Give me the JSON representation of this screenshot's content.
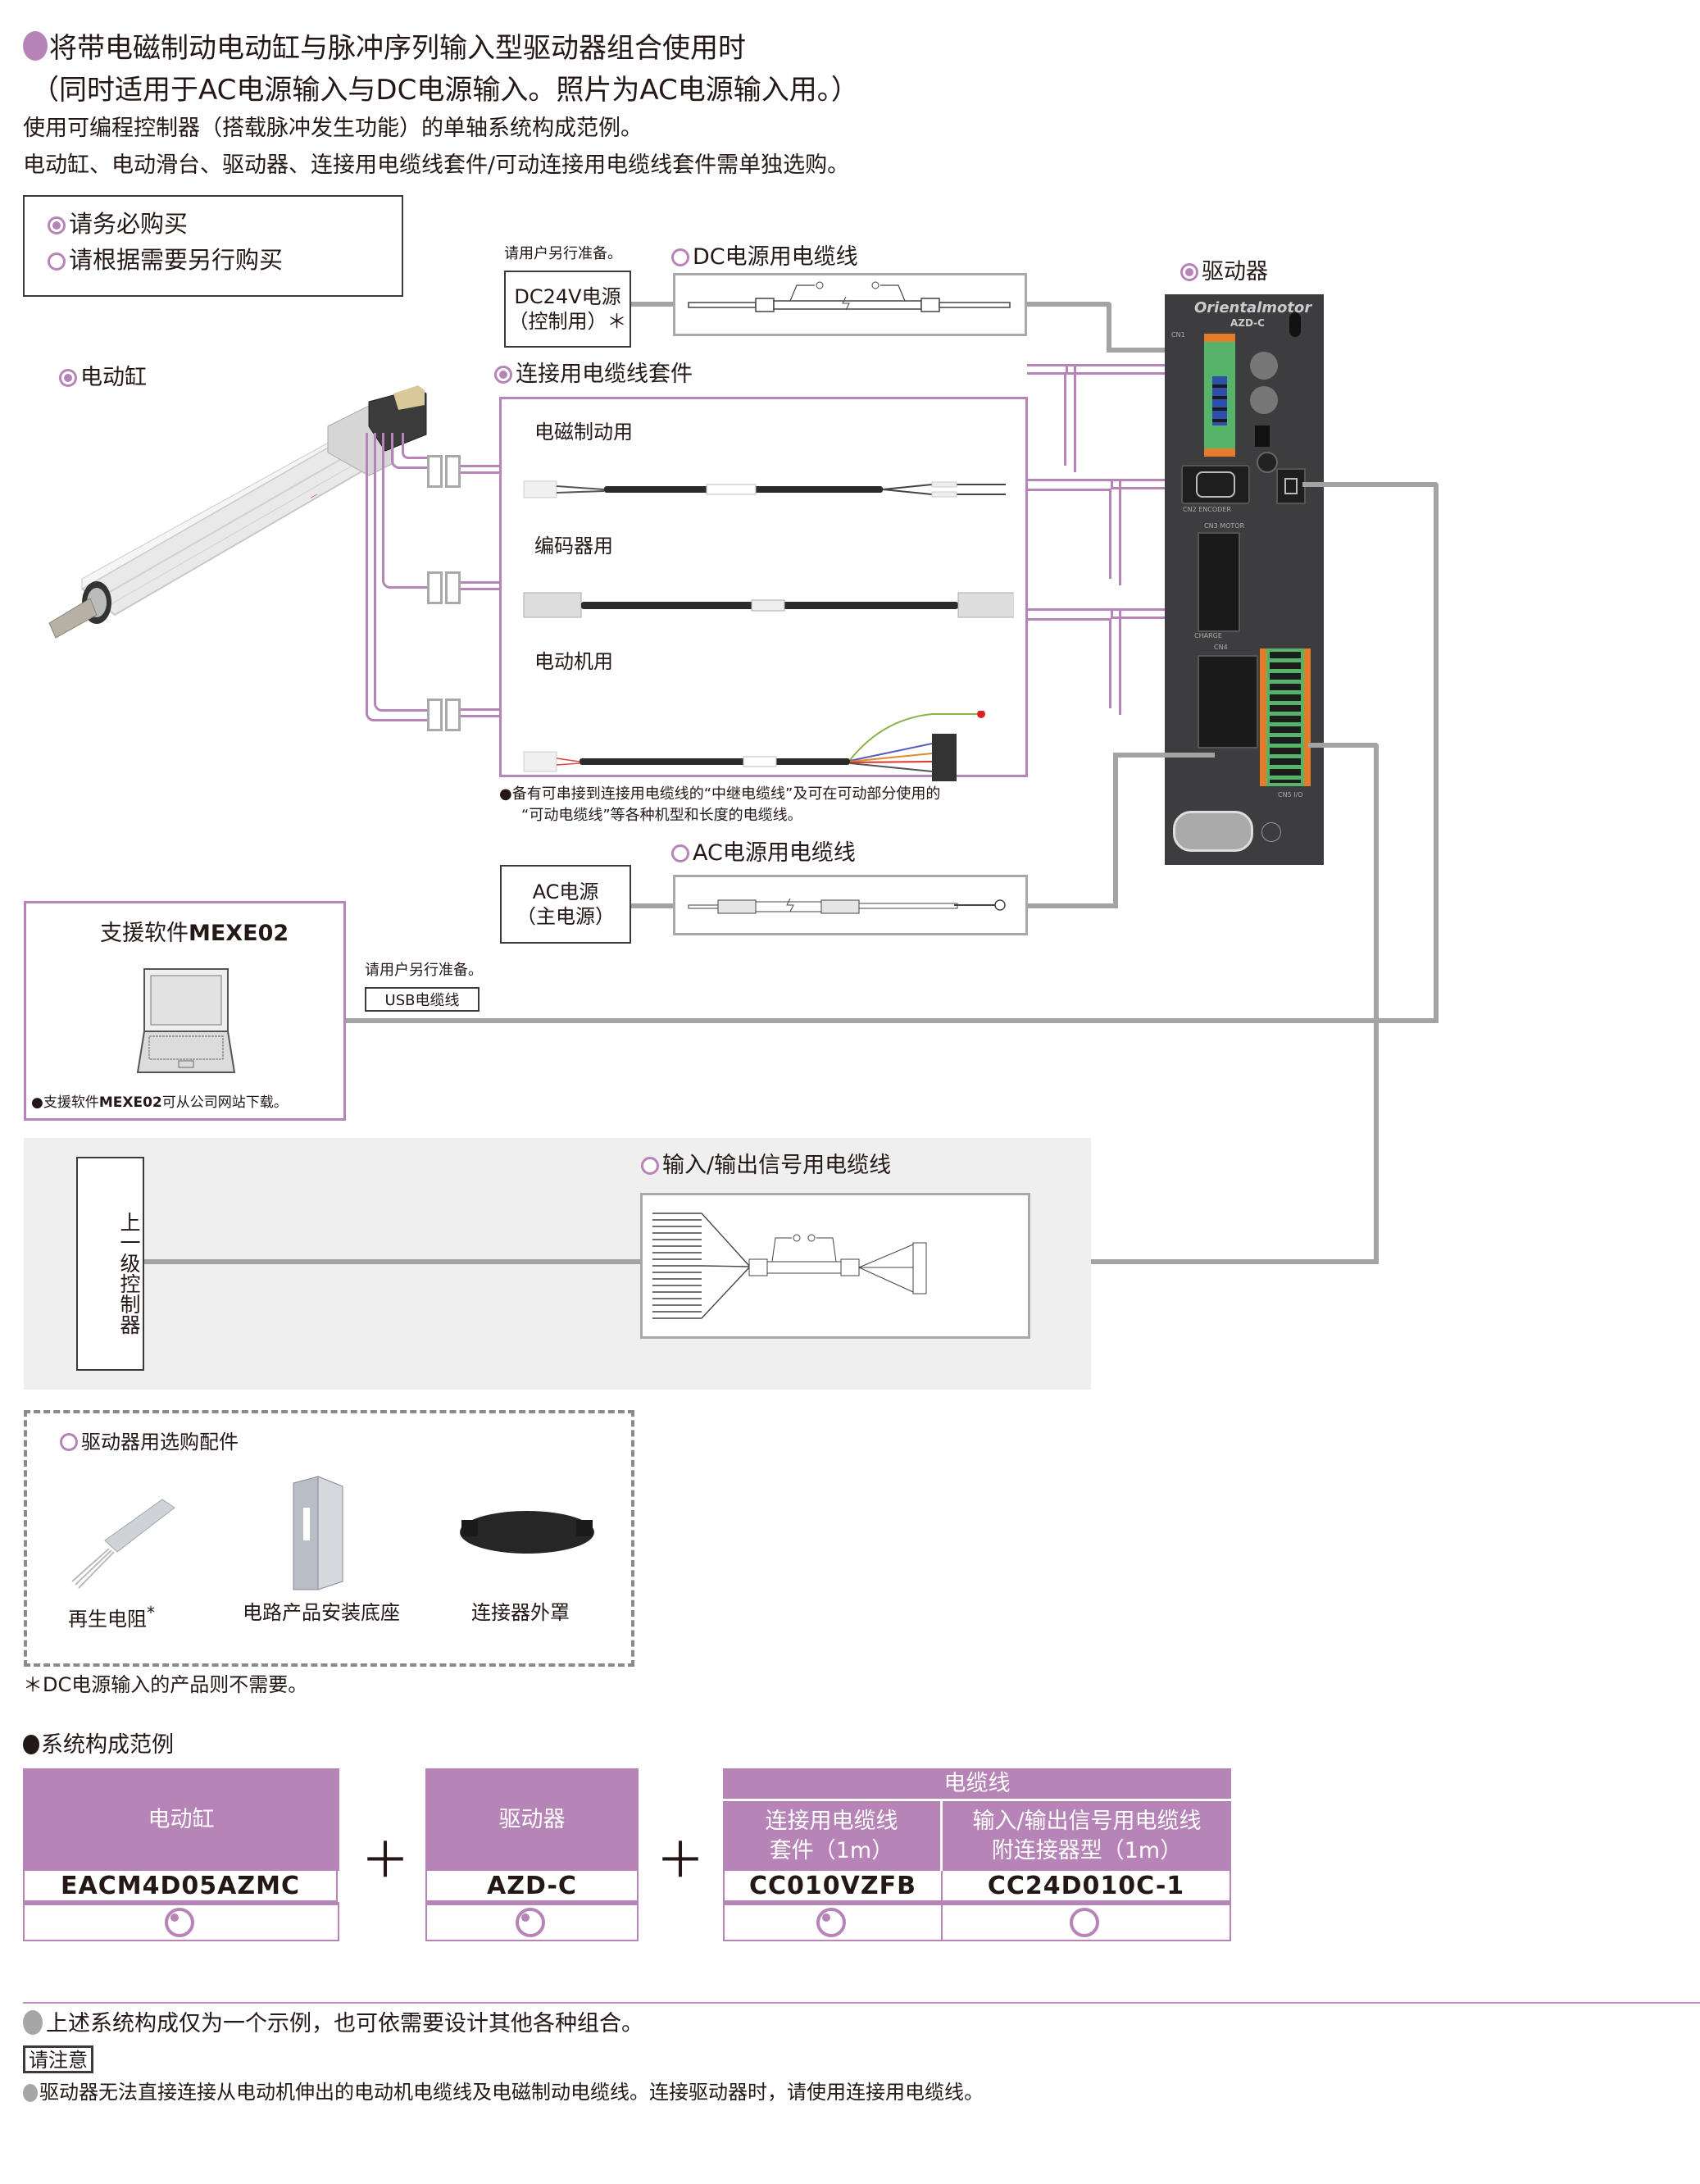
{
  "header": {
    "title_line1": "将带电磁制动电动缸与脉冲序列输入型驱动器组合使用时",
    "title_line2": "（同时适用于AC电源输入与DC电源输入。照片为AC电源输入用。）",
    "desc_line1": "使用可编程控制器（搭载脉冲发生功能）的单轴系统构成范例。",
    "desc_line2": "电动缸、电动滑台、驱动器、连接用电缆线套件/可动连接用电缆线套件需单独选购。"
  },
  "legend": {
    "must_buy": "请务必购买",
    "optional": "请根据需要另行购买"
  },
  "diagram": {
    "actuator_label": "电动缸",
    "user_prepare_note": "请用户另行准备。",
    "dc24v_box": {
      "line1": "DC24V电源",
      "line2": "（控制用）＊"
    },
    "dc_cable_label": "DC电源用电缆线",
    "driver_label": "驱动器",
    "driver_brand": "Orientalmotor",
    "driver_model": "AZD-C",
    "driver_port_labels": [
      "CN1",
      "CN2 ENCODER",
      "CN3 MOTOR",
      "CHARGE",
      "CN4",
      "CN5 I/O"
    ],
    "cable_kit": {
      "label": "连接用电缆线套件",
      "items": [
        "电磁制动用",
        "编码器用",
        "电动机用"
      ],
      "note_line1": "●备有可串接到连接用电缆线的“中继电缆线”及可在可动部分使用的",
      "note_line2": "“可动电缆线”等各种机型和长度的电缆线。"
    },
    "ac_box": {
      "line1": "AC电源",
      "line2": "（主电源）"
    },
    "ac_cable_label": "AC电源用电缆线",
    "mexe": {
      "title_prefix": "支援软件",
      "title_bold": "MEXE02",
      "note_prefix": "●支援软件",
      "note_bold": "MEXE02",
      "note_suffix": "可从公司网站下载。"
    },
    "usb_note": "请用户另行准备。",
    "usb_cable": "USB电缆线",
    "controller_label": "上一级控制器",
    "io_cable_label": "输入/输出信号用电缆线"
  },
  "accessories": {
    "title": "驱动器用选购配件",
    "items": [
      {
        "name": "再生电阻",
        "mark": "*"
      },
      {
        "name": "电路产品安装底座",
        "mark": ""
      },
      {
        "name": "连接器外罩",
        "mark": ""
      }
    ],
    "footnote": "＊DC电源输入的产品则不需要。"
  },
  "system_example": {
    "title": "系统构成范例",
    "plus": "＋",
    "cable_group_header": "电缆线",
    "columns": [
      {
        "header": "电动缸",
        "model": "EACM4D05AZMC",
        "required": true
      },
      {
        "header": "驱动器",
        "model": "AZD-C",
        "required": true
      },
      {
        "header_line1": "连接用电缆线",
        "header_line2": "套件（1m）",
        "model": "CC010VZFB",
        "required": true
      },
      {
        "header_line1": "输入/输出信号用电缆线",
        "header_line2": "附连接器型（1m）",
        "model": "CC24D010C-1",
        "required": false
      }
    ]
  },
  "footer": {
    "note": "上述系统构成仅为一个示例，也可依需要设计其他各种组合。",
    "caution_label": "请注意",
    "caution_text": "驱动器无法直接连接从电动机伸出的电动机电缆线及电磁制动电缆线。连接驱动器时，请使用连接用电缆线。"
  },
  "colors": {
    "accent_purple": "#b784b7",
    "wire_gray": "#a3a3a3",
    "band_gray": "#efefef",
    "text": "#231815"
  }
}
